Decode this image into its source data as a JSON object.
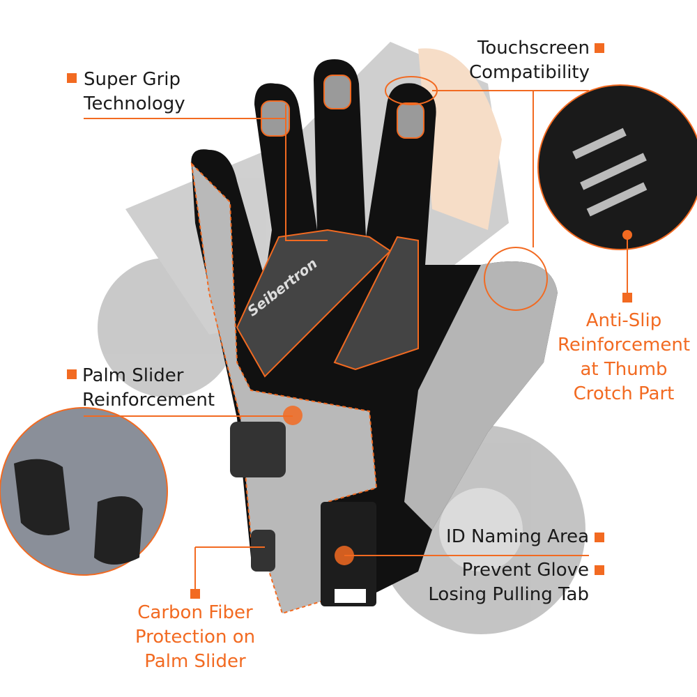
{
  "brand": "Seibertron",
  "accent_color": "#f26a21",
  "callouts": {
    "super_grip": [
      "Super Grip",
      "Technology"
    ],
    "touchscreen": [
      "Touchscreen",
      "Compatibility"
    ],
    "anti_slip": [
      "Anti-Slip",
      "Reinforcement",
      "at Thumb",
      "Crotch Part"
    ],
    "palm_slider": [
      "Palm Slider",
      "Reinforcement"
    ],
    "id_naming": "ID Naming Area",
    "pull_tab": [
      "Prevent Glove",
      "Losing Pulling Tab"
    ],
    "carbon_fiber": [
      "Carbon Fiber",
      "Protection on",
      "Palm Slider"
    ]
  }
}
